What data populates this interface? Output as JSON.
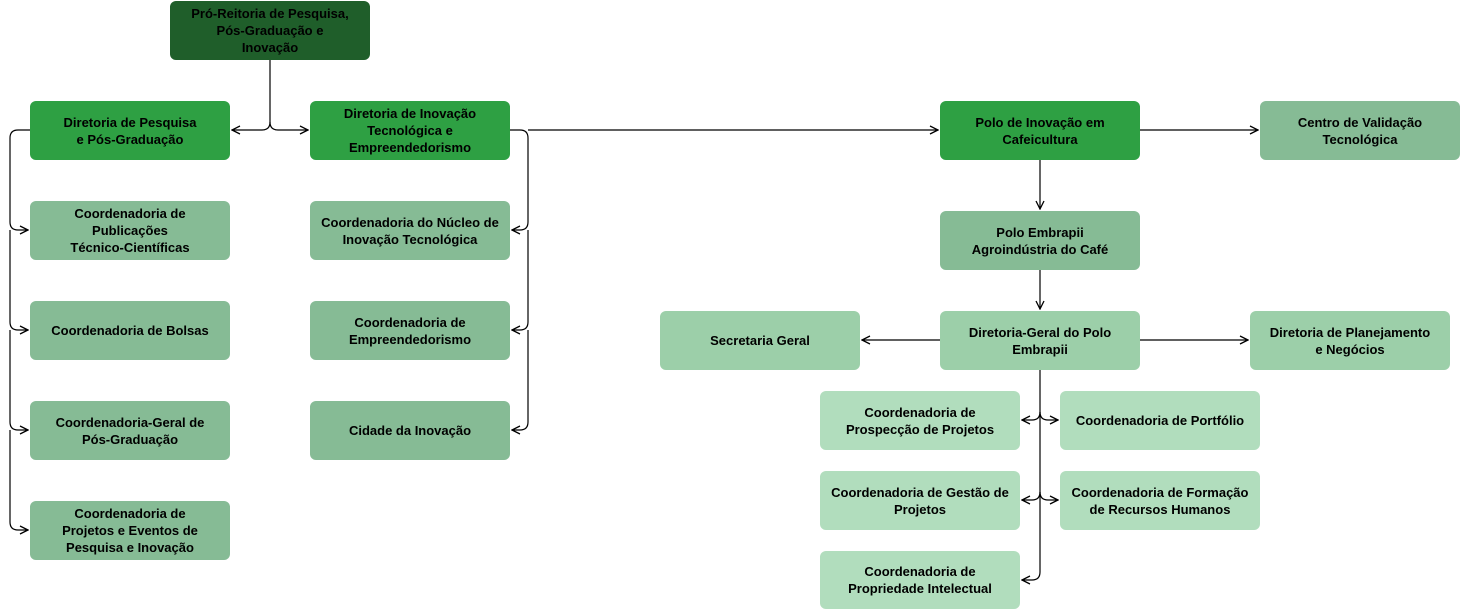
{
  "nodes": {
    "proreitoria": "Pró-Reitoria de Pesquisa,\nPós-Graduação e\nInovação",
    "dir_pesquisa": "Diretoria de Pesquisa\ne Pós-Graduação",
    "dir_inovacao": "Diretoria de Inovação\nTecnológica e\nEmpreendedorismo",
    "coord_publicacoes": "Coordenadoria de\nPublicações\nTécnico-Científicas",
    "coord_bolsas": "Coordenadoria de Bolsas",
    "coord_geral_pos": "Coordenadoria-Geral de\nPós-Graduação",
    "coord_projetos_eventos": "Coordenadoria de\nProjetos e Eventos de\nPesquisa e Inovação",
    "coord_nucleo": "Coordenadoria do Núcleo de\nInovação Tecnológica",
    "coord_empreendedorismo": "Coordenadoria de\nEmpreendedorismo",
    "cidade_inovacao": "Cidade da Inovação",
    "polo_inovacao": "Polo de Inovação em\nCafeicultura",
    "centro_validacao": "Centro de Validação\nTecnológica",
    "polo_embrapii": "Polo Embrapii\nAgroindústria do Café",
    "secretaria_geral": "Secretaria Geral",
    "dir_geral_polo": "Diretoria-Geral do Polo\nEmbrapii",
    "dir_planejamento": "Diretoria de Planejamento\ne Negócios",
    "coord_prospeccao": "Coordenadoria de\nProspecção de Projetos",
    "coord_portfolio": "Coordenadoria de Portfólio",
    "coord_gestao": "Coordenadoria de Gestão de\nProjetos",
    "coord_formacao": "Coordenadoria de Formação\nde Recursos Humanos",
    "coord_propriedade": "Coordenadoria de\nPropriedade Intelectual"
  },
  "colors": {
    "level0": "#1f5e2a",
    "level1": "#2ea043",
    "level2": "#86bb95",
    "level3": "#9ccfa9",
    "level4": "#b1ddbd",
    "connector": "#000000"
  }
}
